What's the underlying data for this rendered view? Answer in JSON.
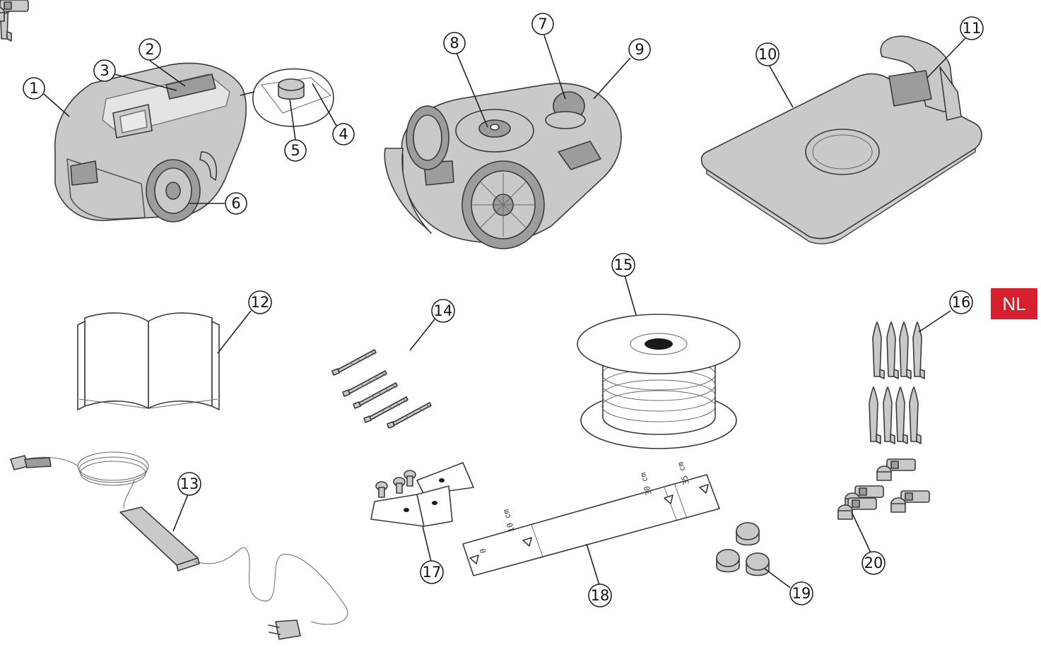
{
  "language_badge": "NL",
  "callouts": [
    "1",
    "2",
    "3",
    "4",
    "5",
    "6",
    "7",
    "8",
    "9",
    "10",
    "11",
    "12",
    "13",
    "14",
    "15",
    "16",
    "17",
    "18",
    "19",
    "20"
  ],
  "ruler": {
    "marks": [
      "0",
      "10 cm",
      "30 cm",
      "35 cm"
    ]
  },
  "colors": {
    "badge_red": "#d6202e",
    "part_gray": "#c9c9c9",
    "line": "#222222"
  }
}
